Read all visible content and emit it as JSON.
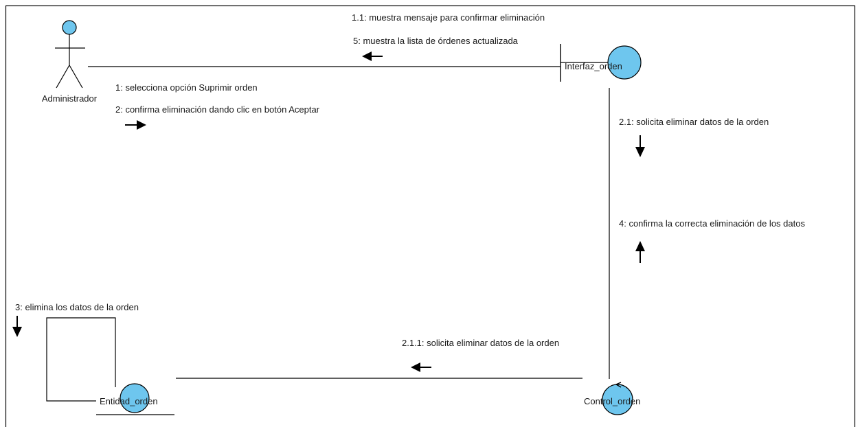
{
  "diagram": {
    "type": "uml-communication-diagram",
    "colors": {
      "object_fill": "#6ec6ee",
      "line": "#000000",
      "frame": "#000000",
      "text": "#1a1a1a"
    },
    "actor": {
      "label": "Administrador"
    },
    "objects": {
      "interfaz": {
        "label": "Interfaz_orden",
        "kind": "boundary"
      },
      "control": {
        "label": "Control_orden",
        "kind": "control"
      },
      "entidad": {
        "label": "Entidad_orden",
        "kind": "entity"
      }
    },
    "messages": {
      "m1_1": "1.1: muestra mensaje para confirmar eliminación",
      "m5": "5: muestra la lista de órdenes actualizada",
      "m1": "1: selecciona opción Suprimir orden",
      "m2": "2: confirma eliminación dando clic en botón Aceptar",
      "m2_1": "2.1: solicita eliminar datos de la orden",
      "m4": "4: confirma la correcta eliminación de los datos",
      "m3": "3: elimina los datos de la orden",
      "m2_1_1": "2.1.1: solicita eliminar datos de la orden"
    }
  }
}
